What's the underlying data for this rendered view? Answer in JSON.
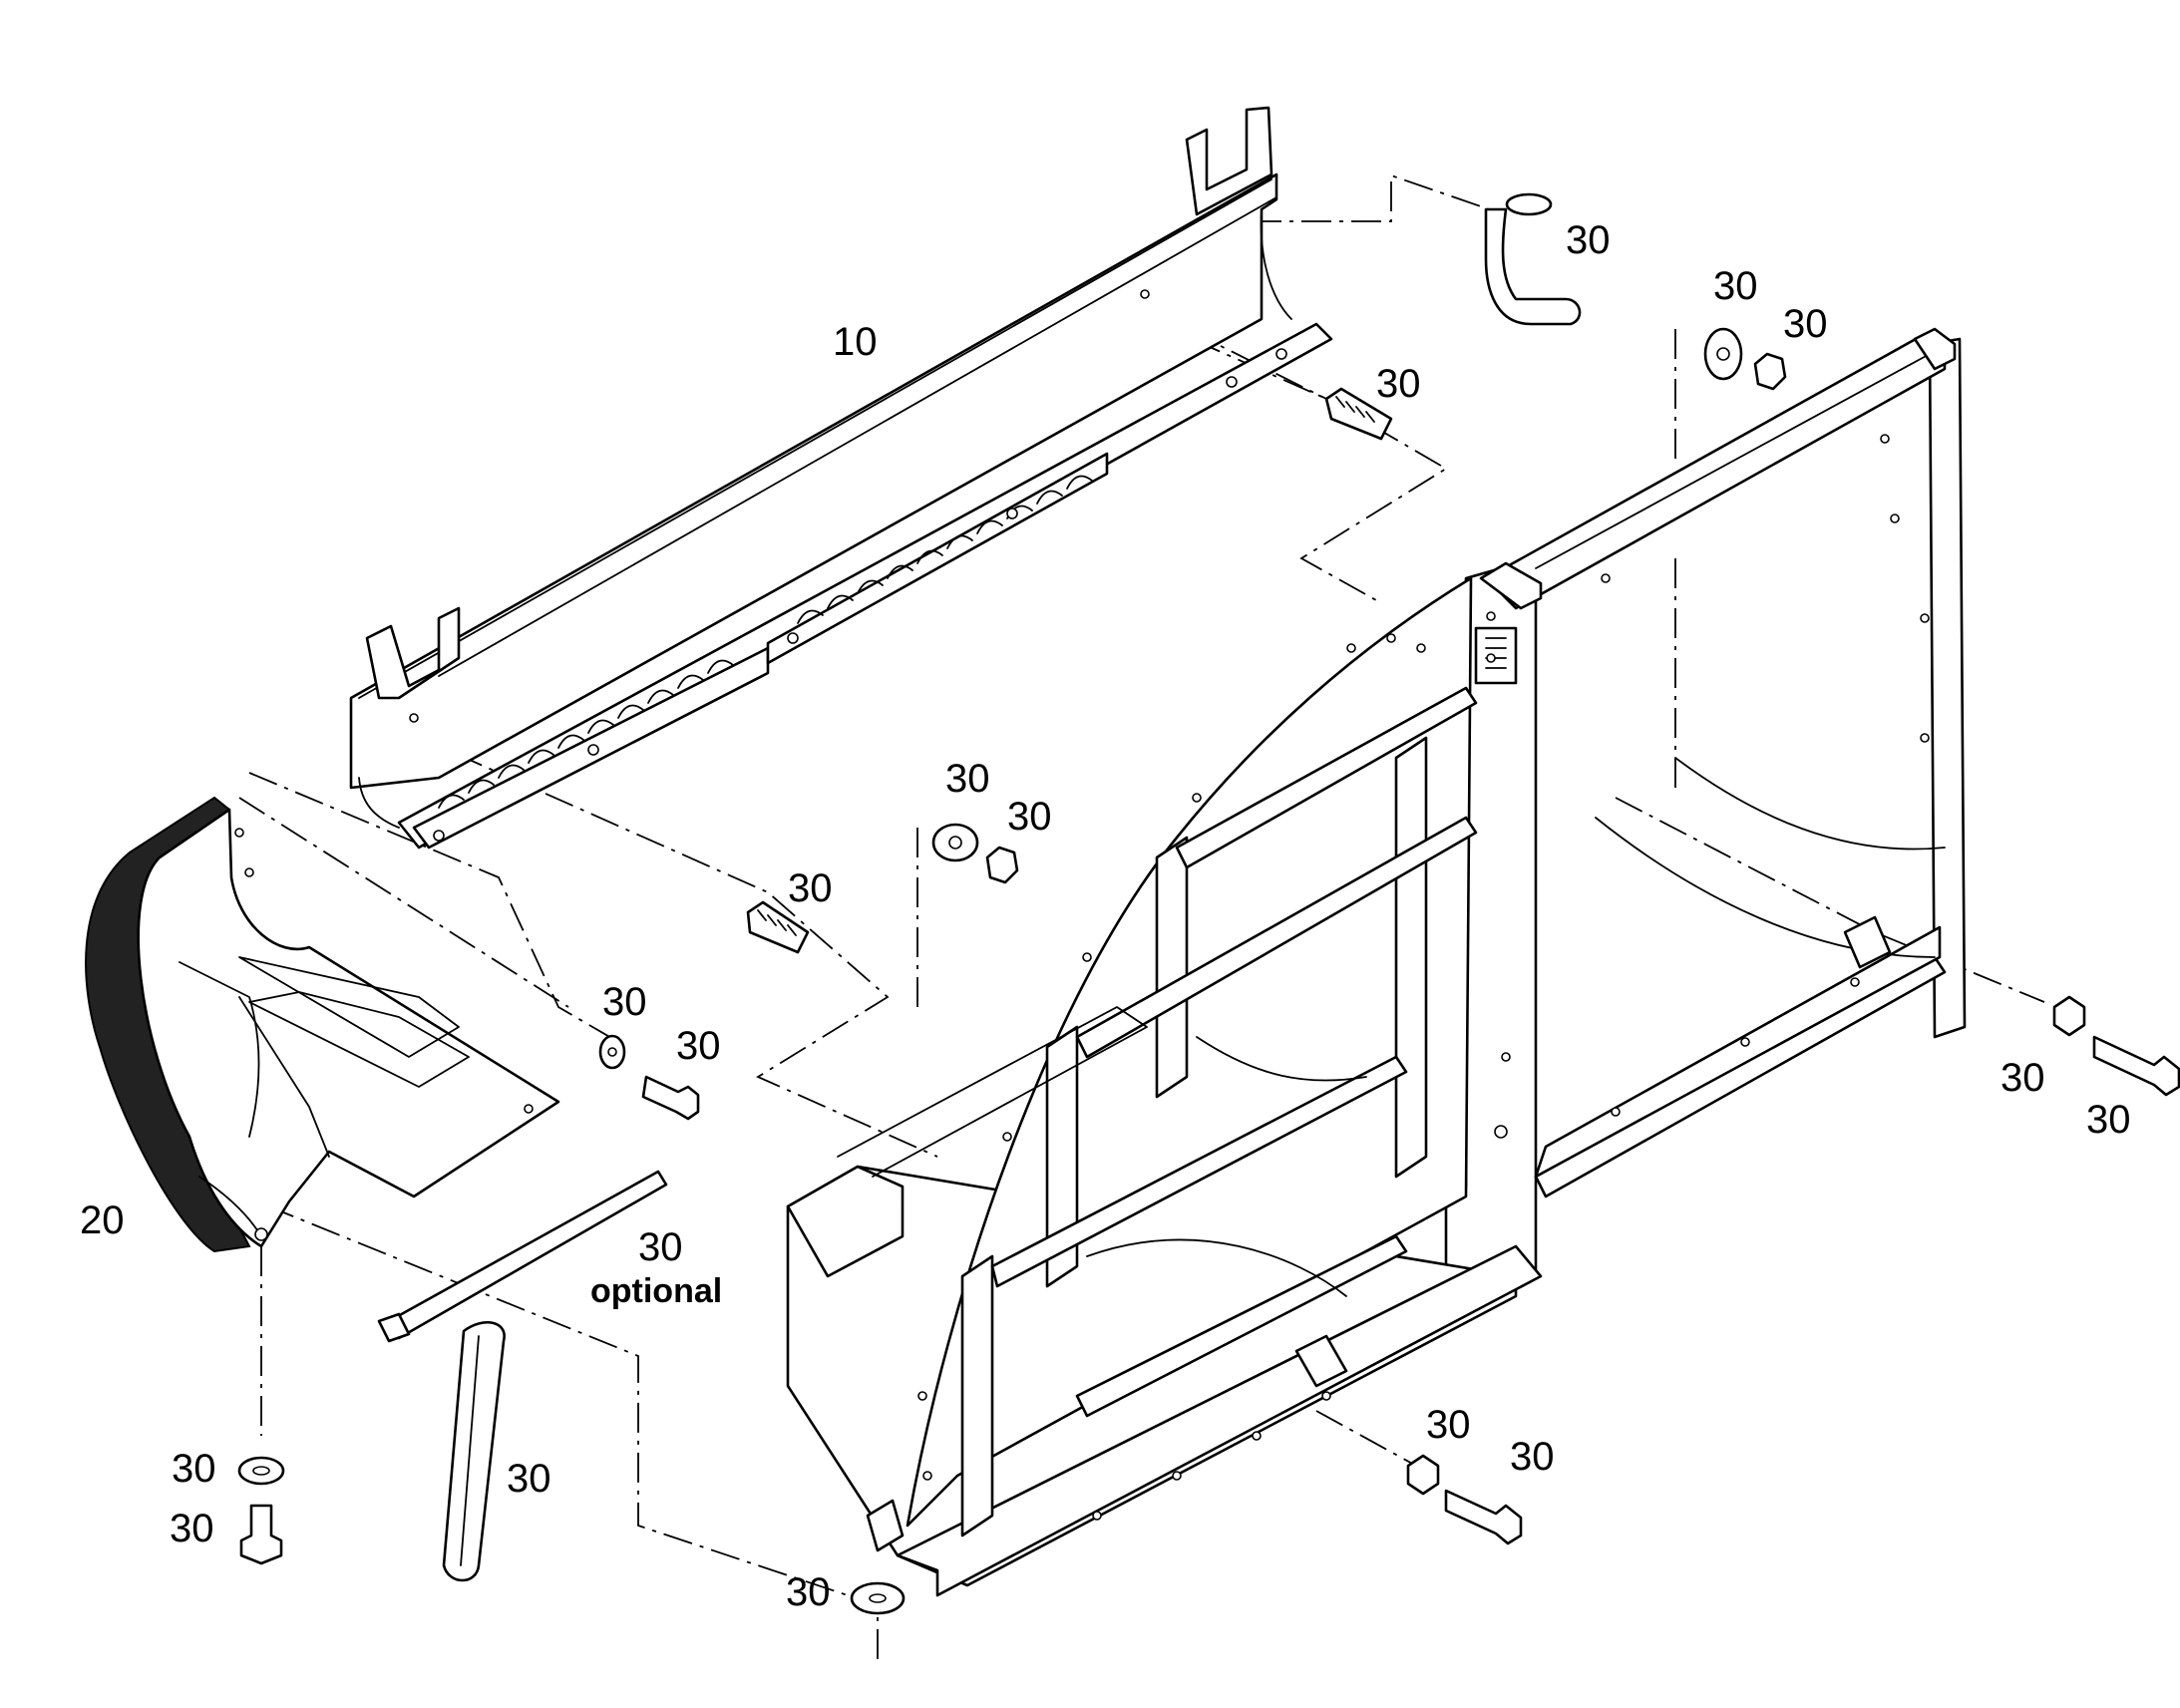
{
  "labels": {
    "part_10": "10",
    "part_20": "20",
    "part_30": "30",
    "optional": "optional"
  }
}
